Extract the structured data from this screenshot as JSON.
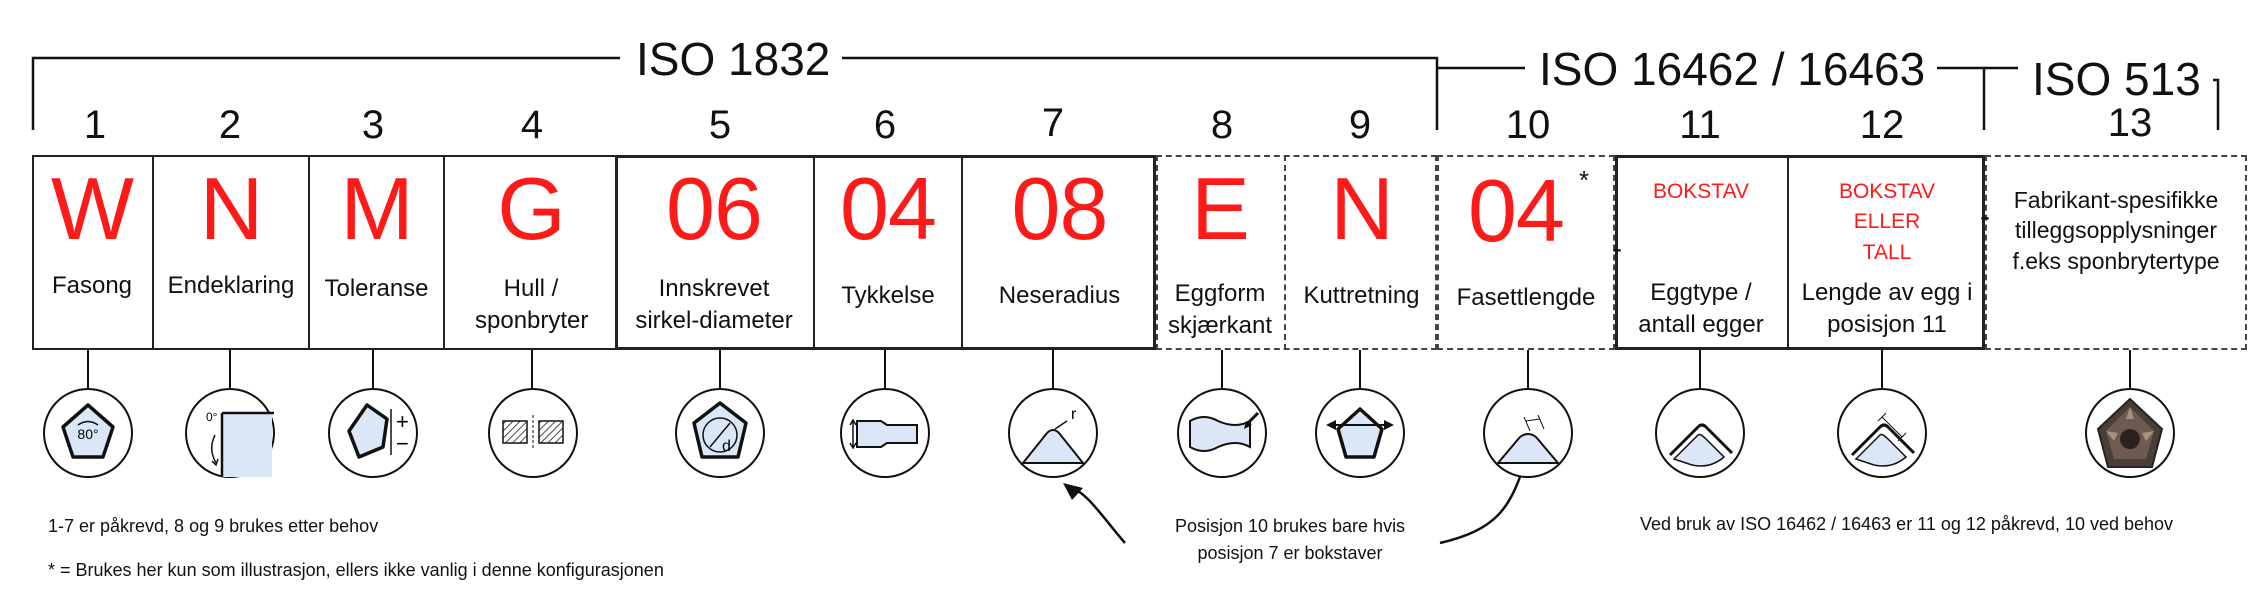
{
  "standards": {
    "iso1832": "ISO 1832",
    "iso16462": "ISO 16462 / 16463",
    "iso513": "ISO 513"
  },
  "positions": [
    {
      "num": "1",
      "code": "W",
      "desc": "Fasong",
      "icon": "rhombus-80-degree-icon"
    },
    {
      "num": "2",
      "code": "N",
      "desc": "Endeklaring",
      "icon": "clearance-angle-icon"
    },
    {
      "num": "3",
      "code": "M",
      "desc": "Toleranse",
      "icon": "tolerance-icon"
    },
    {
      "num": "4",
      "code": "G",
      "desc": "Hull / sponbryter",
      "icon": "hole-chipbreaker-icon"
    },
    {
      "num": "5",
      "code": "06",
      "desc": "Innskrevet sirkel-diameter",
      "icon": "inscribed-circle-icon"
    },
    {
      "num": "6",
      "code": "04",
      "desc": "Tykkelse",
      "icon": "thickness-icon"
    },
    {
      "num": "7",
      "code": "08",
      "desc": "Neseradius",
      "icon": "nose-radius-icon"
    },
    {
      "num": "8",
      "code": "E",
      "desc": "Eggform skjærkant",
      "icon": "edge-form-icon"
    },
    {
      "num": "9",
      "code": "N",
      "desc": "Kuttretning",
      "icon": "cutting-direction-icon"
    },
    {
      "num": "10",
      "code": "04",
      "code_mark": "*",
      "desc": "Fasettlengde",
      "icon": "facet-length-icon"
    },
    {
      "num": "11",
      "code": "BOKSTAV",
      "desc": "Eggtype / antall egger",
      "icon": "edge-type-icon"
    },
    {
      "num": "12",
      "code": "BOKSTAV ELLER TALL",
      "desc": "Lengde av egg i posisjon 11",
      "icon": "edge-length-icon"
    },
    {
      "num": "13",
      "code": "",
      "desc": "Fabrikant-spesifikke tilleggsopplysninger f.eks sponbrytertype",
      "icon": "insert-photo-icon"
    }
  ],
  "symbols": {
    "angle_80": "80°",
    "angle_0": "0°",
    "plus": "+",
    "minus": "−",
    "d": "d",
    "r": "r",
    "dash": "-"
  },
  "notes": {
    "required": "1-7 er påkrevd, 8 og 9 brukes etter behov",
    "asterisk": "* = Brukes her kun som illustrasjon, ellers ikke vanlig i denne konfigurasjonen",
    "pos10_line1": "Posisjon 10 brukes bare hvis",
    "pos10_line2": "posisjon 7 er bokstaver",
    "iso16462_usage": "Ved bruk av ISO 16462 / 16463 er 11 og 12 påkrevd, 10 ved behov"
  },
  "colors": {
    "code_red": "#ff1a1a",
    "shape_fill": "#dbe7f7",
    "line": "#222222"
  }
}
